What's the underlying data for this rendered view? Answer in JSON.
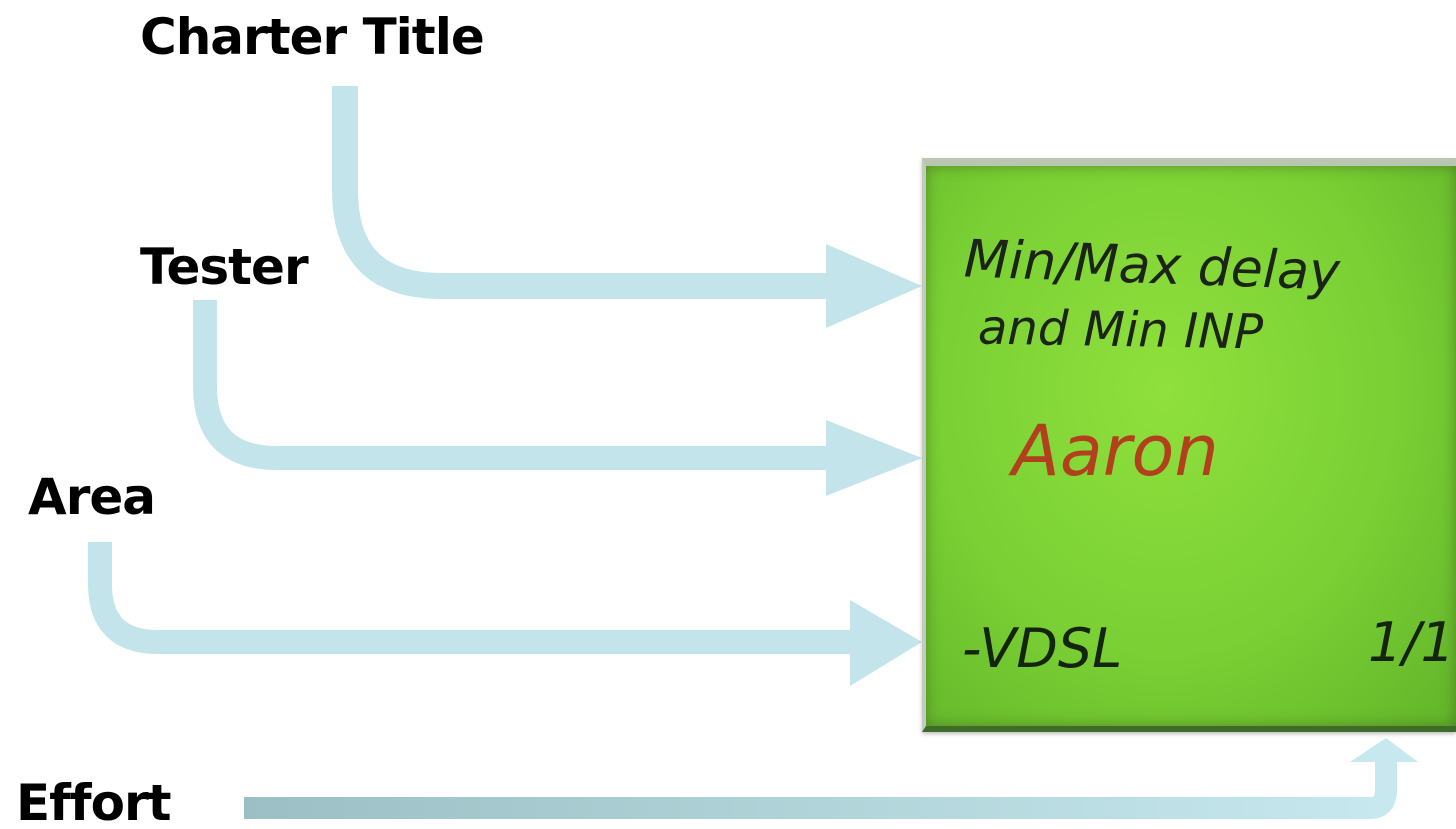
{
  "labels": {
    "charter_title": "Charter Title",
    "tester": "Tester",
    "area": "Area",
    "effort": "Effort"
  },
  "sticky_note": {
    "title_line_1": "Min/Max delay",
    "title_line_2": "and Min INP",
    "tester": "Aaron",
    "area": "-VDSL",
    "effort": "1/1",
    "color": "#7ad034",
    "tester_ink_color": "#b2401c",
    "ink_color": "#1c2418"
  },
  "connector_color": "#bfe3ea"
}
